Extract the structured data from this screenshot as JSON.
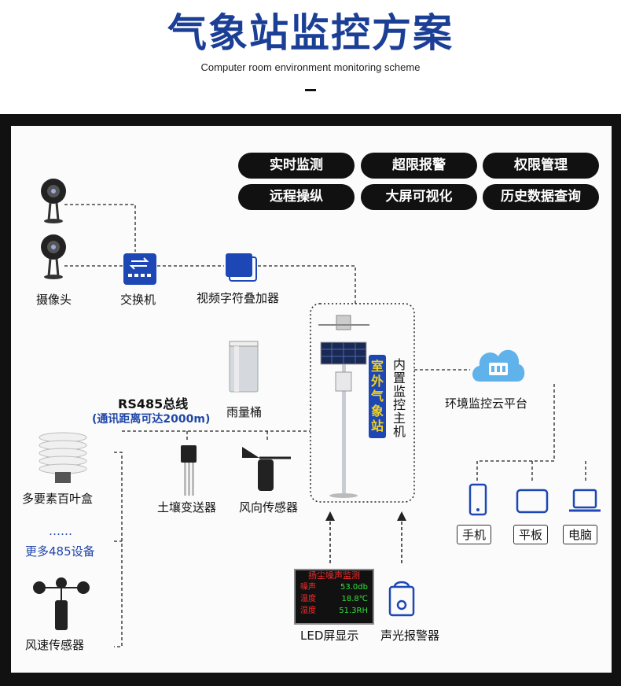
{
  "header": {
    "title": "气象站监控方案",
    "subtitle": "Computer room environment monitoring scheme"
  },
  "features": [
    "实时监测",
    "超限报警",
    "权限管理",
    "远程操纵",
    "大屏可视化",
    "历史数据查询"
  ],
  "labels": {
    "camera": "摄像头",
    "switch": "交换机",
    "video_overlay": "视频字符叠加器",
    "rs485": "RS485总线",
    "rs485_note": "(通讯距离可达2000m)",
    "rain_gauge": "雨量桶",
    "louver_box": "多要素百叶盒",
    "more_dots": "……",
    "more_devices": "更多485设备",
    "soil_transmitter": "土壤变送器",
    "wind_direction": "风向传感器",
    "wind_speed": "风速传感器",
    "outdoor_station": "室外气象站",
    "builtin_host": "内置监控主机",
    "cloud_platform": "环境监控云平台",
    "phone": "手机",
    "tablet": "平板",
    "computer": "电脑",
    "led_display": "LED屏显示",
    "alarm": "声光报警器"
  },
  "led_screen": {
    "title": "扬尘噪声监测",
    "rows": [
      {
        "name": "噪声",
        "value": "53.0db"
      },
      {
        "name": "温度",
        "value": "18.8℃"
      },
      {
        "name": "湿度",
        "value": "51.3RH"
      }
    ]
  },
  "colors": {
    "title_blue": "#1c3f96",
    "pill_bg": "#111111",
    "station_label_bg": "#1d47b4",
    "station_label_text": "#f2d21b"
  }
}
